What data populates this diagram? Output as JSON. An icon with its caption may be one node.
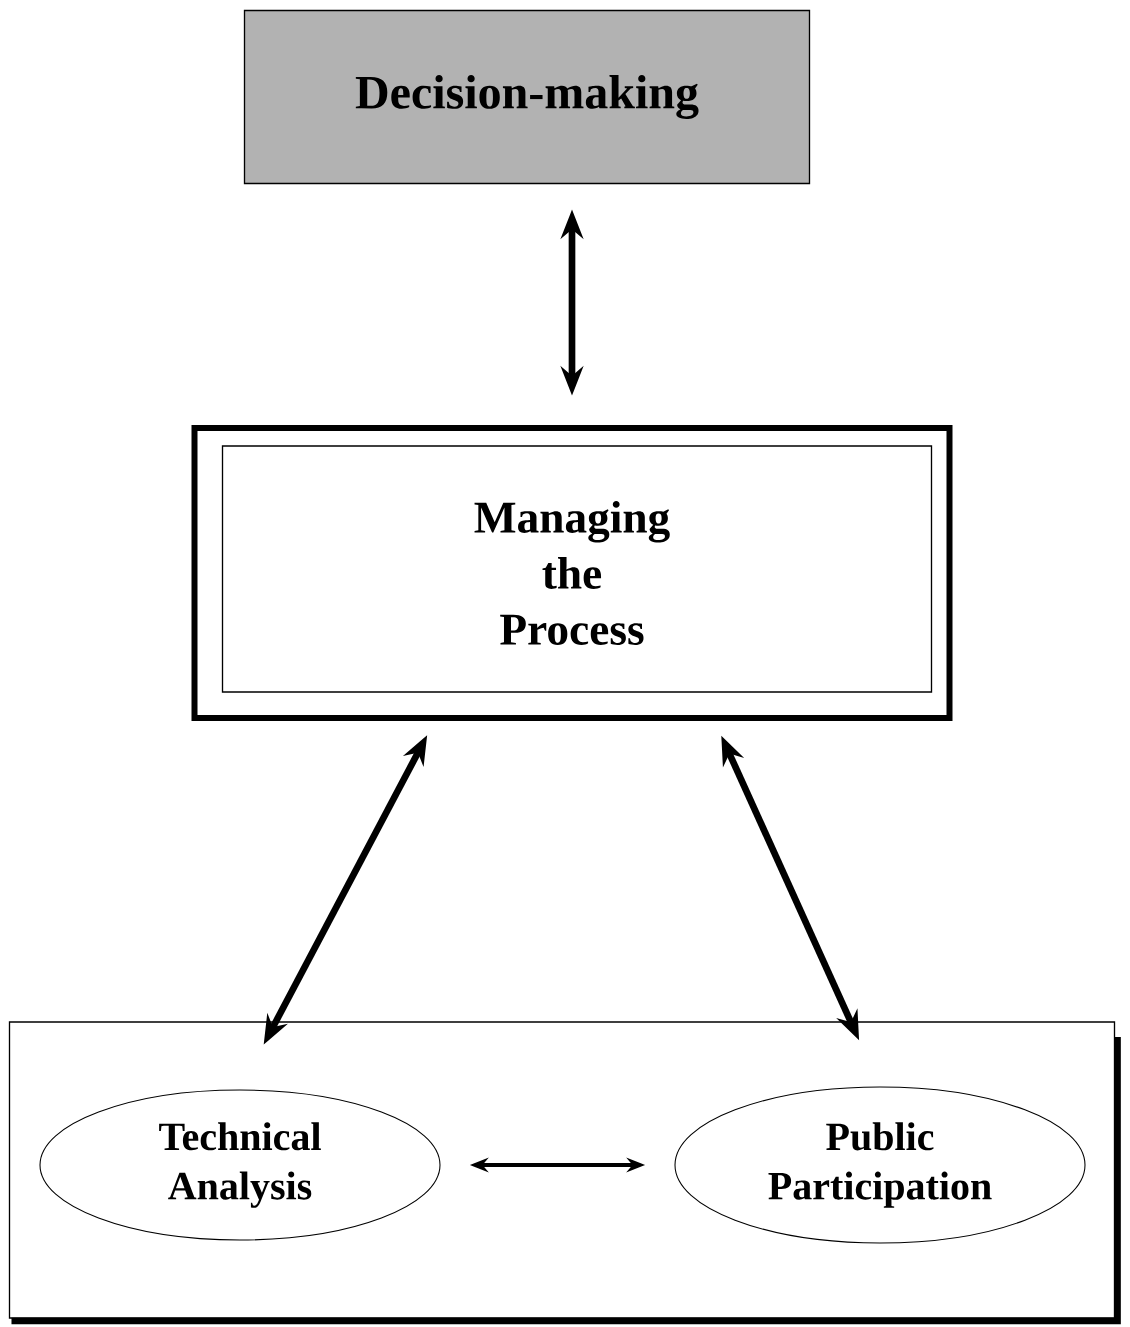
{
  "diagram": {
    "nodes": [
      {
        "text": [
          "Decision-making"
        ]
      },
      {
        "text": [
          "Managing the Process"
        ]
      },
      {
        "text": [],
        "shape": "box"
      },
      {
        "text": [
          "Technical Analysis"
        ],
        "in": 2
      },
      {
        "text": [
          "Public Participation"
        ],
        "in": 2
      }
    ],
    "edges": [
      {
        "from": 0,
        "to": 1,
        "arrow": "both"
      },
      {
        "from": 1,
        "to": 3,
        "arrow": "both"
      },
      {
        "from": 1,
        "to": 4,
        "arrow": "both"
      },
      {
        "from": 3,
        "to": 4,
        "arrow": "both"
      }
    ]
  }
}
